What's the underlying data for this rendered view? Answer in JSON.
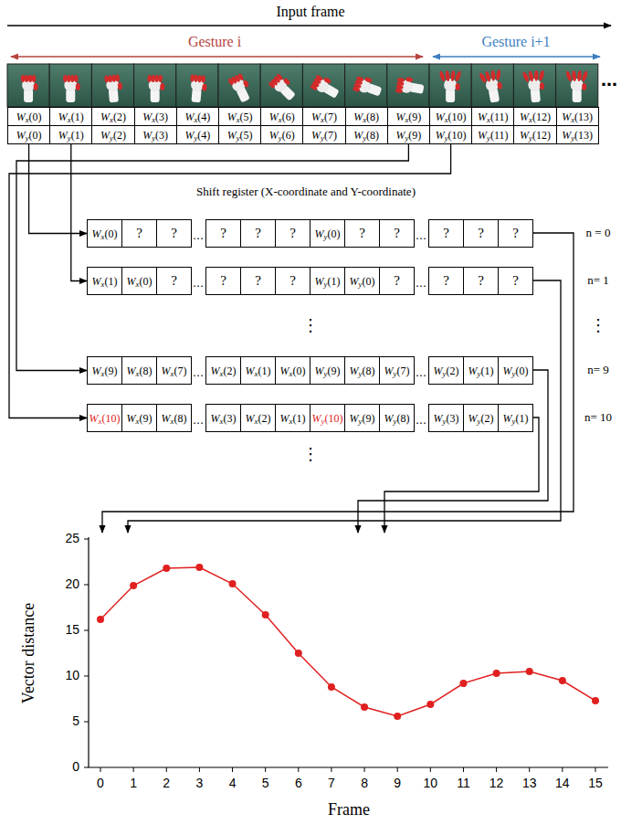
{
  "diagram": {
    "nodes": [
      {
        "text": [
          "Wx(0)"
        ]
      },
      {
        "text": [
          "Wx(1)"
        ]
      },
      {
        "text": [
          "Wx(2)"
        ]
      },
      {
        "text": [
          "Wx(3)"
        ]
      },
      {
        "text": [
          "Wx(4)"
        ]
      },
      {
        "text": [
          "Wx(5)"
        ]
      },
      {
        "text": [
          "Wx(6)"
        ]
      },
      {
        "text": [
          "Wx(7)"
        ]
      },
      {
        "text": [
          "Wx(8)"
        ]
      },
      {
        "text": [
          "Wx(9)"
        ]
      },
      {
        "text": [
          "Wx(10)"
        ]
      },
      {
        "text": [
          "Wx(11)"
        ]
      },
      {
        "text": [
          "Wx(12)"
        ]
      },
      {
        "text": [
          "Wx(13)"
        ]
      },
      {
        "text": [
          "Wy(0)"
        ]
      },
      {
        "text": [
          "Wy(1)"
        ]
      },
      {
        "text": [
          "Wy(2)"
        ]
      },
      {
        "text": [
          "Wy(3)"
        ]
      },
      {
        "text": [
          "Wy(4)"
        ]
      },
      {
        "text": [
          "Wy(5)"
        ]
      },
      {
        "text": [
          "Wy(6)"
        ]
      },
      {
        "text": [
          "Wy(7)"
        ]
      },
      {
        "text": [
          "Wy(8)"
        ]
      },
      {
        "text": [
          "Wy(9)"
        ]
      },
      {
        "text": [
          "Wy(10)"
        ]
      },
      {
        "text": [
          "Wy(11)"
        ]
      },
      {
        "text": [
          "Wy(12)"
        ]
      },
      {
        "text": [
          "Wy(13)"
        ]
      },
      {
        "text": [
          "Wx(0)"
        ]
      },
      {
        "text": [
          "?"
        ]
      },
      {
        "text": [
          "?"
        ]
      },
      {
        "text": [
          "?"
        ]
      },
      {
        "text": [
          "?"
        ]
      },
      {
        "text": [
          "?"
        ]
      },
      {
        "text": [
          "Wy(0)"
        ]
      },
      {
        "text": [
          "?"
        ]
      },
      {
        "text": [
          "?"
        ]
      },
      {
        "text": [
          "?"
        ]
      },
      {
        "text": [
          "?"
        ]
      },
      {
        "text": [
          "?"
        ]
      },
      {
        "text": [
          "Wx(1)"
        ]
      },
      {
        "text": [
          "Wx(0)"
        ]
      },
      {
        "text": [
          "?"
        ]
      },
      {
        "text": [
          "?"
        ]
      },
      {
        "text": [
          "?"
        ]
      },
      {
        "text": [
          "?"
        ]
      },
      {
        "text": [
          "Wy(1)"
        ]
      },
      {
        "text": [
          "Wy(0)"
        ]
      },
      {
        "text": [
          "?"
        ]
      },
      {
        "text": [
          "?"
        ]
      },
      {
        "text": [
          "?"
        ]
      },
      {
        "text": [
          "?"
        ]
      },
      {
        "text": [
          "Wx(9)"
        ]
      },
      {
        "text": [
          "Wx(8)"
        ]
      },
      {
        "text": [
          "Wx(7)"
        ]
      },
      {
        "text": [
          "Wx(2)"
        ]
      },
      {
        "text": [
          "Wx(1)"
        ]
      },
      {
        "text": [
          "Wx(0)"
        ]
      },
      {
        "text": [
          "Wy(9)"
        ]
      },
      {
        "text": [
          "Wy(8)"
        ]
      },
      {
        "text": [
          "Wy(7)"
        ]
      },
      {
        "text": [
          "Wy(2)"
        ]
      },
      {
        "text": [
          "Wy(1)"
        ]
      },
      {
        "text": [
          "Wy(0)"
        ]
      },
      {
        "text": [
          "Wx(10)"
        ]
      },
      {
        "text": [
          "Wx(9)"
        ]
      },
      {
        "text": [
          "Wx(8)"
        ]
      },
      {
        "text": [
          "Wx(3)"
        ]
      },
      {
        "text": [
          "Wx(2)"
        ]
      },
      {
        "text": [
          "Wx(1)"
        ]
      },
      {
        "text": [
          "Wy(10)"
        ]
      },
      {
        "text": [
          "Wy(9)"
        ]
      },
      {
        "text": [
          "Wy(8)"
        ]
      },
      {
        "text": [
          "Wy(3)"
        ]
      },
      {
        "text": [
          "Wy(2)"
        ]
      },
      {
        "text": [
          "Wy(1)"
        ]
      }
    ],
    "edges": [
      {
        "from": 14,
        "to": 28,
        "arrow": "to"
      },
      {
        "from": 15,
        "to": 40,
        "arrow": "to"
      },
      {
        "from": 23,
        "to": 52,
        "arrow": "to"
      },
      {
        "from": 24,
        "to": 64,
        "arrow": "to"
      }
    ],
    "labels": [
      "Input frame",
      "Gesture i",
      "Gesture i+1",
      "Shift register (X-coordinate and Y-coordinate)",
      "…",
      "…",
      "…",
      "…",
      "…",
      "…",
      "…",
      "…",
      "⋮",
      "⋮",
      "n = 0",
      "n= 1",
      "⋮",
      "n= 9",
      "n= 10",
      "…",
      "0",
      "5",
      "10",
      "15",
      "20",
      "25",
      "0",
      "1",
      "2",
      "3",
      "4",
      "5",
      "6",
      "7",
      "8",
      "9",
      "10",
      "11",
      "12",
      "13",
      "14",
      "15",
      "Vector distance",
      "Frame"
    ]
  }
}
